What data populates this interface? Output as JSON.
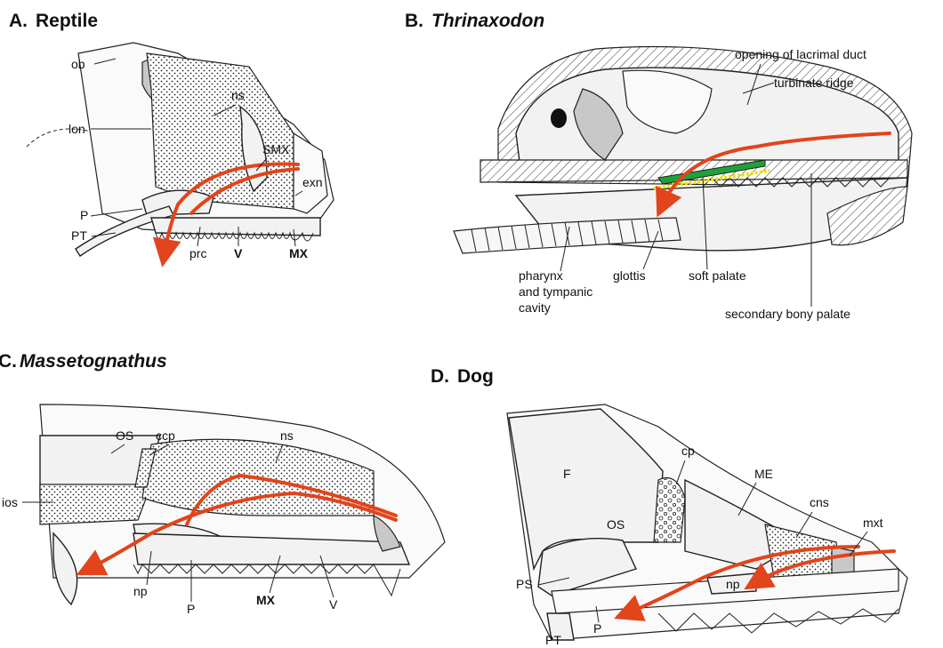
{
  "panels": {
    "a": {
      "letter": "A.",
      "title": "Reptile",
      "labels": {
        "ob": "ob",
        "lon": "lon",
        "ns": "ns",
        "smx": "SMX",
        "exn": "exn",
        "p": "P",
        "pt": "PT",
        "prc": "prc",
        "v": "V",
        "mx": "MX"
      }
    },
    "b": {
      "letter": "B.",
      "title": "Thrinaxodon",
      "labels": {
        "lacrimal": "opening of lacrimal duct",
        "turbinate": "turbinate ridge",
        "pharynx1": "pharynx",
        "pharynx2": "and tympanic",
        "pharynx3": "cavity",
        "glottis": "glottis",
        "soft_palate": "soft palate",
        "secondary": "secondary bony palate"
      }
    },
    "c": {
      "letter": "C.",
      "title": "Massetognathus",
      "labels": {
        "os": "OS",
        "ccp": "ccp",
        "ns": "ns",
        "ios": "ios",
        "np": "np",
        "p": "P",
        "mx": "MX",
        "v": "V"
      }
    },
    "d": {
      "letter": "D.",
      "title": "Dog",
      "labels": {
        "f": "F",
        "cp": "cp",
        "me": "ME",
        "cns": "cns",
        "mxt": "mxt",
        "os": "OS",
        "ps": "PS",
        "np": "np",
        "pt": "PT",
        "p": "P"
      }
    }
  },
  "colors": {
    "arrow": "#e2441b",
    "soft_palate_green": "#1fa13a",
    "soft_palate_yellow": "#f0e000"
  }
}
